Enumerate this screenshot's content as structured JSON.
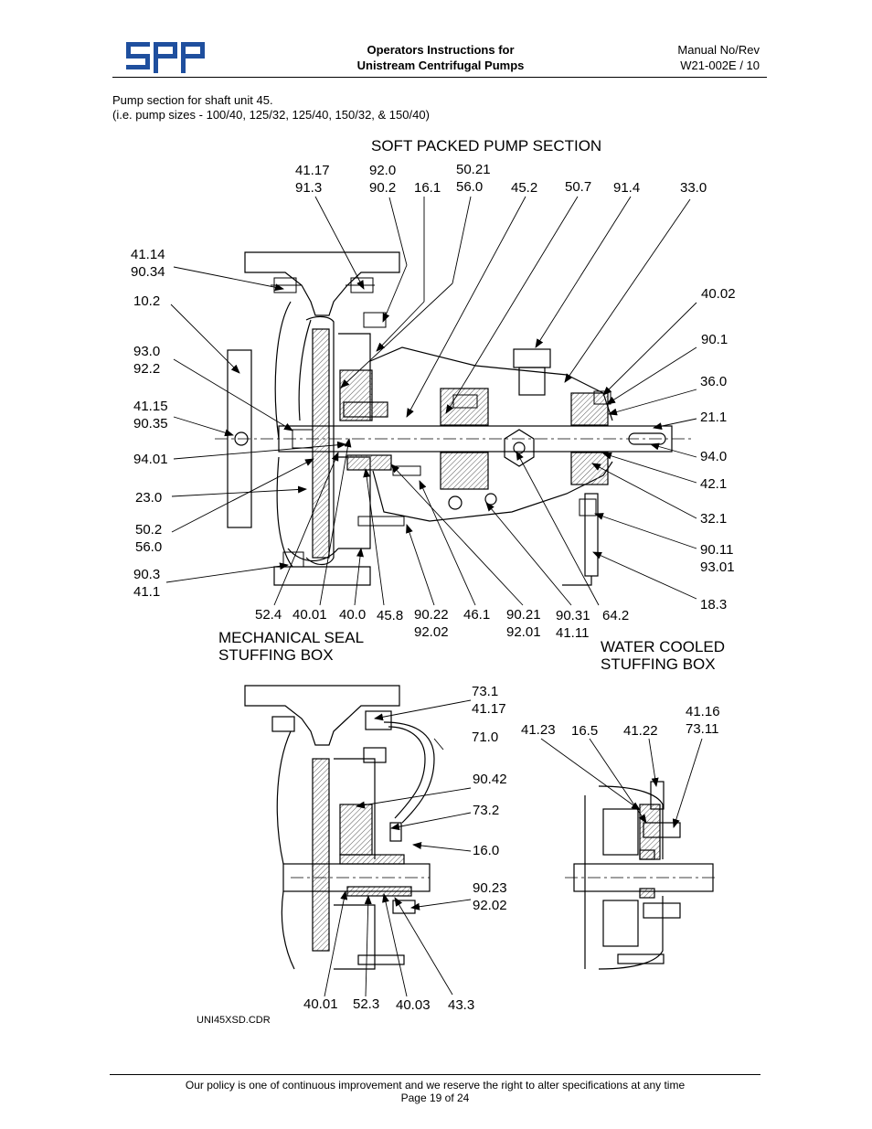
{
  "header": {
    "title_line1": "Operators Instructions for",
    "title_line2": "Unistream Centrifugal Pumps",
    "manual_line1": "Manual No/Rev",
    "manual_line2": "W21-002E / 10",
    "logo_text": "SPP"
  },
  "intro": {
    "line1": "Pump section for shaft unit 45.",
    "line2": "(i.e. pump sizes - 100/40, 125/32, 125/40, 150/32, & 150/40)"
  },
  "sections": {
    "soft_packed": "SOFT PACKED PUMP SECTION",
    "mech_seal": "MECHANICAL SEAL\nSTUFFING BOX",
    "water_cooled": "WATER COOLED\nSTUFFING BOX"
  },
  "labels": {
    "l41_17_91_3": "41.17\n91.3",
    "l92_0_90_2": "92.0\n90.2",
    "l16_1": "16.1",
    "l50_21_56_0": "50.21\n56.0",
    "l45_2": "45.2",
    "l50_7": "50.7",
    "l91_4": "91.4",
    "l33_0": "33.0",
    "l41_14_90_34": "41.14\n90.34",
    "l10_2": "10.2",
    "l93_0_92_2": "93.0\n92.2",
    "l41_15_90_35": "41.15\n90.35",
    "l94_01": "94.01",
    "l23_0": "23.0",
    "l50_2_56_0": "50.2\n56.0",
    "l90_3_41_1": "90.3\n41.1",
    "l40_02": "40.02",
    "l90_1": "90.1",
    "l36_0": "36.0",
    "l21_1": "21.1",
    "l94_0": "94.0",
    "l42_1": "42.1",
    "l32_1": "32.1",
    "l90_11_93_01": "90.11\n93.01",
    "l18_3": "18.3",
    "l52_4": "52.4",
    "l40_01a": "40.01",
    "l40_0": "40.0",
    "l45_8": "45.8",
    "l90_22_92_02": "90.22\n92.02",
    "l46_1": "46.1",
    "l90_21_92_01": "90.21\n92.01",
    "l90_31_41_11": "90.31\n41.11",
    "l64_2": "64.2",
    "l73_1_41_17": "73.1\n41.17",
    "l71_0": "71.0",
    "l90_42": "90.42",
    "l73_2": "73.2",
    "l16_0": "16.0",
    "l90_23_92_02": "90.23\n92.02",
    "l40_01b": "40.01",
    "l52_3": "52.3",
    "l40_03": "40.03",
    "l43_3": "43.3",
    "l41_23": "41.23",
    "l16_5": "16.5",
    "l41_22": "41.22",
    "l41_16_73_11": "41.16\n73.11"
  },
  "drawing_code": "UNI45XSD.CDR",
  "footer": {
    "policy": "Our policy is one of continuous improvement and we reserve the right to alter specifications at any time",
    "page": "Page 19 of 24"
  },
  "colors": {
    "logo_blue": "#1f4f9e",
    "ink": "#000000",
    "hatch": "#555555"
  }
}
